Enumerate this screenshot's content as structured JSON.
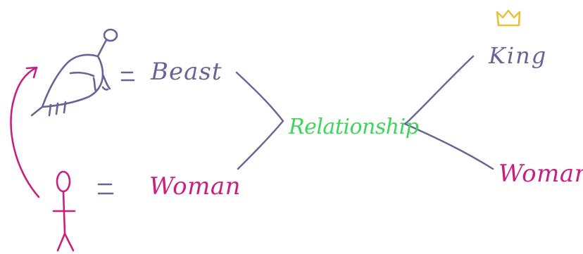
{
  "colors": {
    "purple": "#6a6496",
    "magenta": "#c7207e",
    "green": "#3fd45a",
    "gold": "#e8c33a"
  },
  "labels": {
    "beast": "Beast",
    "woman_left": "Woman",
    "relationship": "Relationship",
    "king": "King",
    "woman_right": "Woman",
    "equals_top": "=",
    "equals_bottom": "="
  },
  "icons": {
    "beast": "bird-drawing-icon",
    "person": "stick-figure-icon",
    "crown": "crown-icon",
    "arrow": "curved-arrow-icon"
  }
}
